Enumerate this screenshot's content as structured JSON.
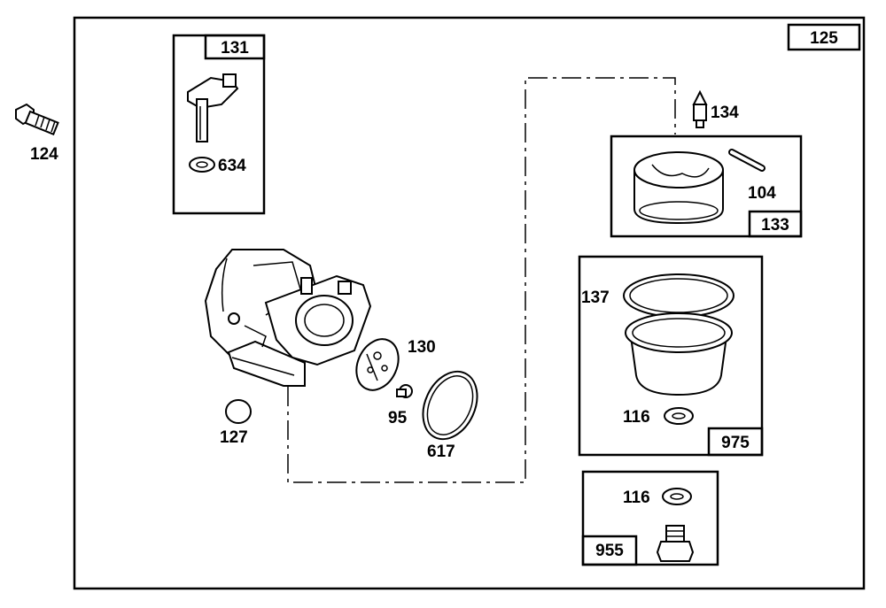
{
  "diagram": {
    "outer_box_label": "125",
    "kit_boxes": {
      "float_needle_kit": "131",
      "bowl_insert_kit": "133",
      "bowl_kit": "975",
      "plug_kit": "955"
    },
    "part_labels": {
      "screw": "124",
      "float_needle_seat": "634",
      "inlet_needle": "134",
      "pin": "104",
      "bowl_gasket": "137",
      "bowl_washer": "116",
      "plug_washer": "116",
      "diaphragm": "130",
      "fitting": "95",
      "o_ring": "617",
      "welch_plug": "127"
    }
  }
}
